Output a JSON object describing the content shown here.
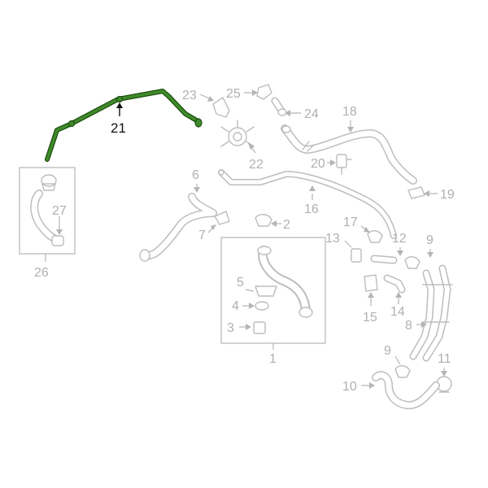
{
  "diagram": {
    "highlight_color": "#3f8a2a",
    "highlight_outline": "#1f4f12",
    "muted_color": "#bdbdbd",
    "label_color": "#b0b0b0",
    "highlighted_part": "21",
    "callouts": {
      "c1": "1",
      "c2": "2",
      "c3": "3",
      "c4": "4",
      "c5": "5",
      "c6": "6",
      "c7": "7",
      "c8": "8",
      "c9a": "9",
      "c9b": "9",
      "c10": "10",
      "c11": "11",
      "c12": "12",
      "c13": "13",
      "c14": "14",
      "c15": "15",
      "c16": "16",
      "c17": "17",
      "c18": "18",
      "c19": "19",
      "c20": "20",
      "c21": "21",
      "c22": "22",
      "c23": "23",
      "c24": "24",
      "c25": "25",
      "c26": "26",
      "c27": "27"
    }
  }
}
